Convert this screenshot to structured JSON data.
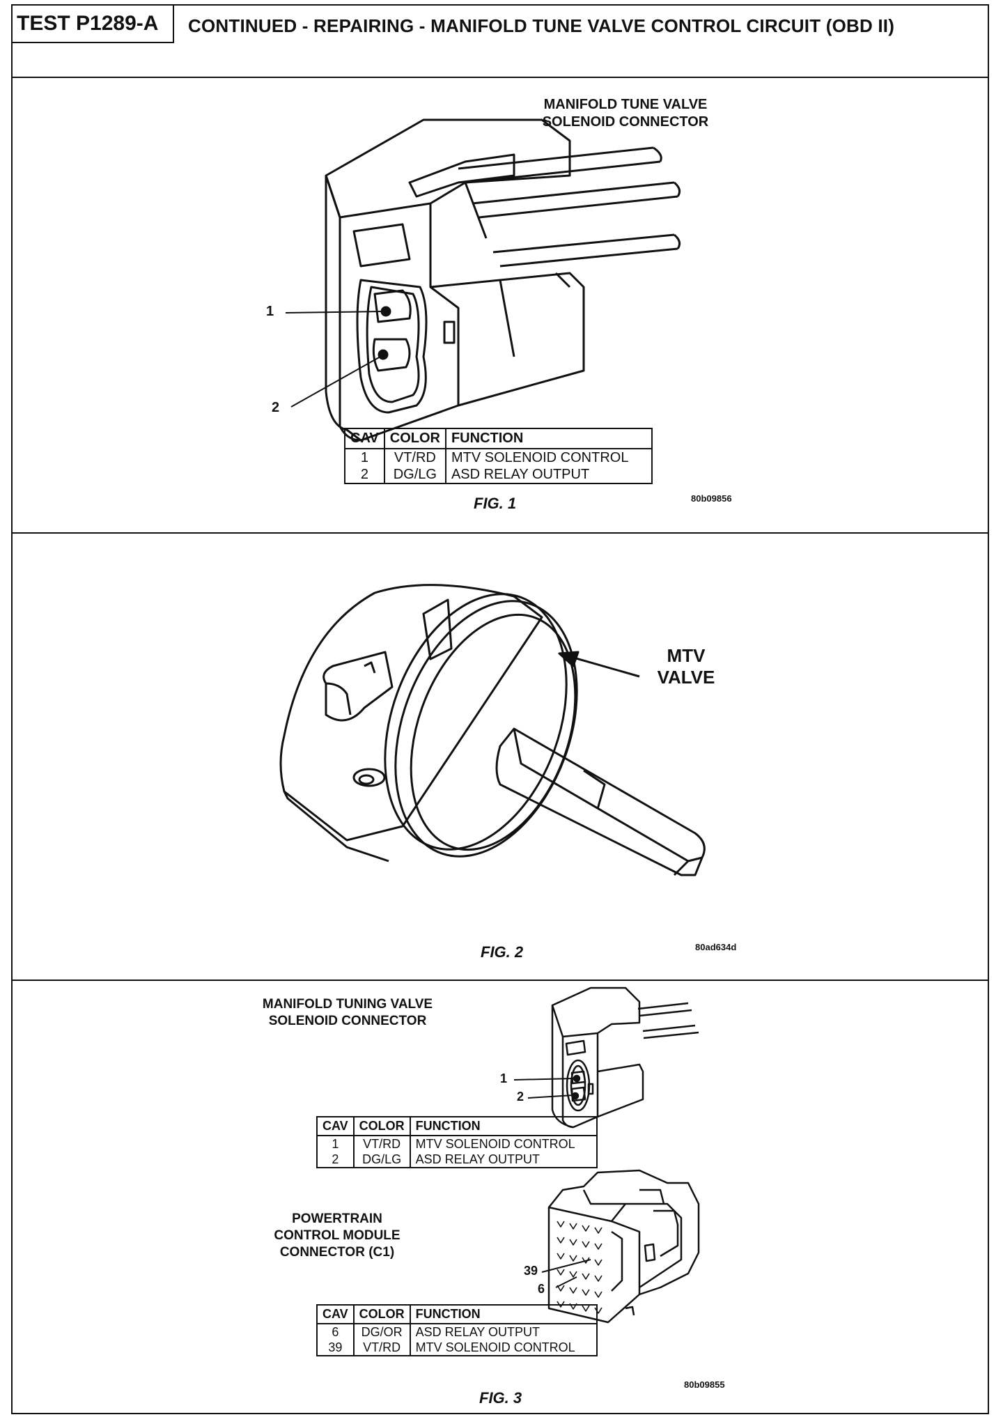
{
  "header": {
    "test_id": "TEST P1289-A",
    "title": "CONTINUED - REPAIRING - MANIFOLD TUNE VALVE CONTROL CIRCUIT (OBD II)"
  },
  "fig1": {
    "label": "MANIFOLD TUNE VALVE SOLENOID CONNECTOR",
    "pin_labels": [
      "1",
      "2"
    ],
    "table": {
      "headers": [
        "CAV",
        "COLOR",
        "FUNCTION"
      ],
      "rows": [
        {
          "cav": "1",
          "color": "VT/RD",
          "function": "MTV SOLENOID CONTROL"
        },
        {
          "cav": "2",
          "color": "DG/LG",
          "function": "ASD RELAY OUTPUT"
        }
      ]
    },
    "caption": "FIG. 1",
    "code": "80b09856"
  },
  "fig2": {
    "label": "MTV VALVE",
    "caption": "FIG. 2",
    "code": "80ad634d"
  },
  "fig3": {
    "label_solenoid": "MANIFOLD TUNING VALVE SOLENOID CONNECTOR",
    "pin_labels_solenoid": [
      "1",
      "2"
    ],
    "table1": {
      "headers": [
        "CAV",
        "COLOR",
        "FUNCTION"
      ],
      "rows": [
        {
          "cav": "1",
          "color": "VT/RD",
          "function": "MTV SOLENOID CONTROL"
        },
        {
          "cav": "2",
          "color": "DG/LG",
          "function": "ASD RELAY OUTPUT"
        }
      ]
    },
    "label_pcm": "POWERTRAIN CONTROL MODULE CONNECTOR (C1)",
    "pin_labels_pcm": [
      "39",
      "6"
    ],
    "table2": {
      "headers": [
        "CAV",
        "COLOR",
        "FUNCTION"
      ],
      "rows": [
        {
          "cav": "6",
          "color": "DG/OR",
          "function": "ASD RELAY OUTPUT"
        },
        {
          "cav": "39",
          "color": "VT/RD",
          "function": "MTV SOLENOID CONTROL"
        }
      ]
    },
    "caption": "FIG. 3",
    "code": "80b09855"
  }
}
